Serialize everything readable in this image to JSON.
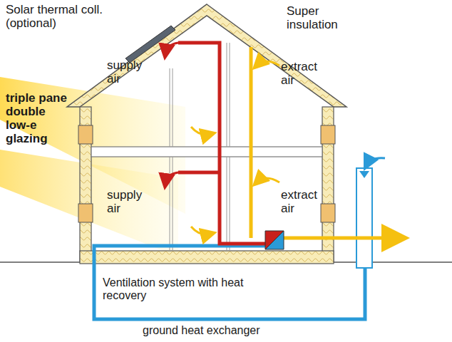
{
  "diagram": {
    "labels": [
      "Solar thermal coll. (optional)",
      "Super insulation",
      "triple pane double low-e glazing",
      "supply air",
      "extract air",
      "supply air",
      "extract air",
      "Ventilation system with heat recovery",
      "ground heat exchanger"
    ]
  }
}
